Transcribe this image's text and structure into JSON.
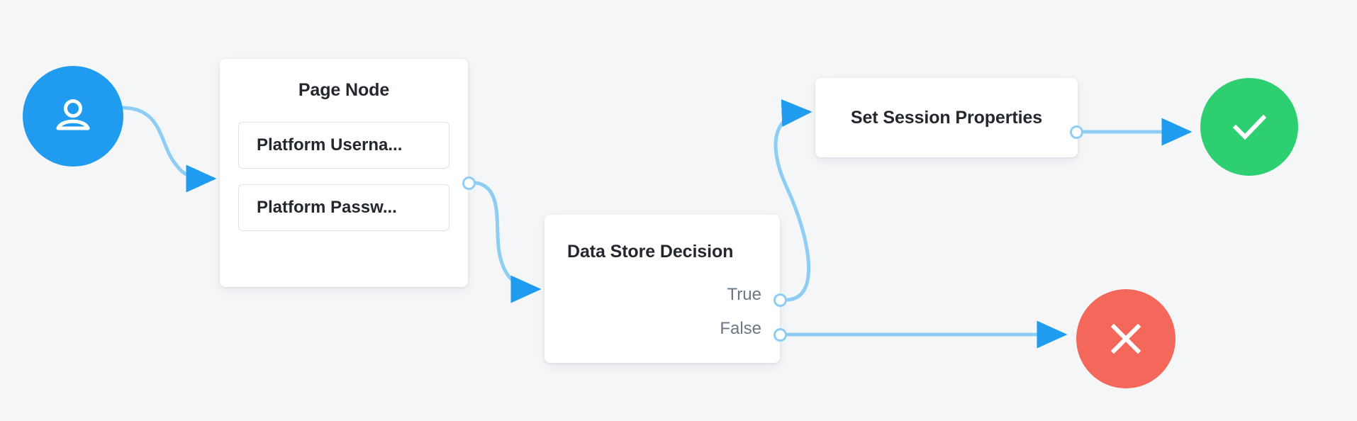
{
  "canvas": {
    "background": "#f5f6f8",
    "edge_color": "#8ecdf4",
    "arrow_color": "#1f9cf0"
  },
  "nodes": {
    "start": {
      "icon": "user-icon",
      "color": "#1f9cf0"
    },
    "page_node": {
      "title": "Page Node",
      "fields": [
        {
          "label": "Platform Userna..."
        },
        {
          "label": "Platform Passw..."
        }
      ]
    },
    "decision_node": {
      "title": "Data Store Decision",
      "outcomes": [
        {
          "label": "True"
        },
        {
          "label": "False"
        }
      ]
    },
    "session_node": {
      "title": "Set Session Properties"
    },
    "success": {
      "icon": "check-icon",
      "color": "#2ecf71"
    },
    "failure": {
      "icon": "close-icon",
      "color": "#f4685b"
    }
  }
}
